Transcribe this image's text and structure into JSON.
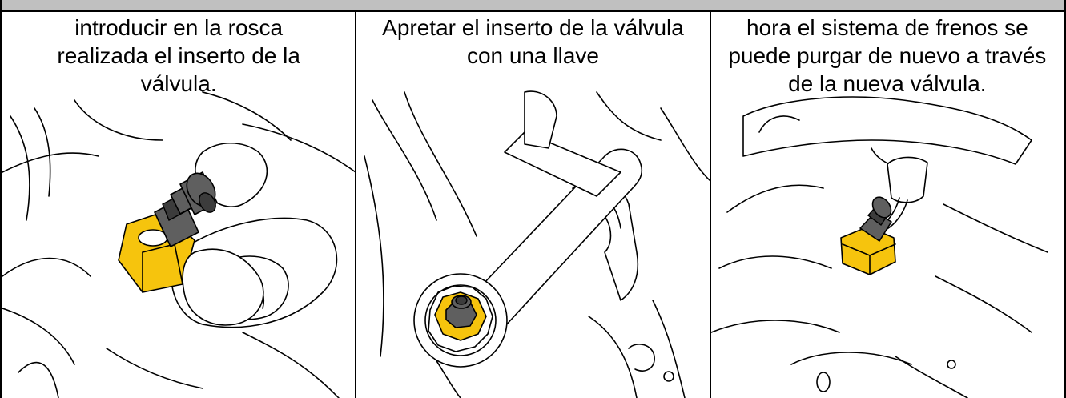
{
  "steps": [
    {
      "caption": "introducir en la rosca\nrealizada el inserto de la\nválvula."
    },
    {
      "caption": "Apretar el inserto de la válvula\ncon una llave"
    },
    {
      "caption": "hora el sistema de frenos se\npuede purgar de nuevo a través\nde la nueva válvula."
    }
  ],
  "colors": {
    "highlight": "#f6c40d",
    "part": "#5f5f5f",
    "header_bar": "#c0c0c0"
  }
}
